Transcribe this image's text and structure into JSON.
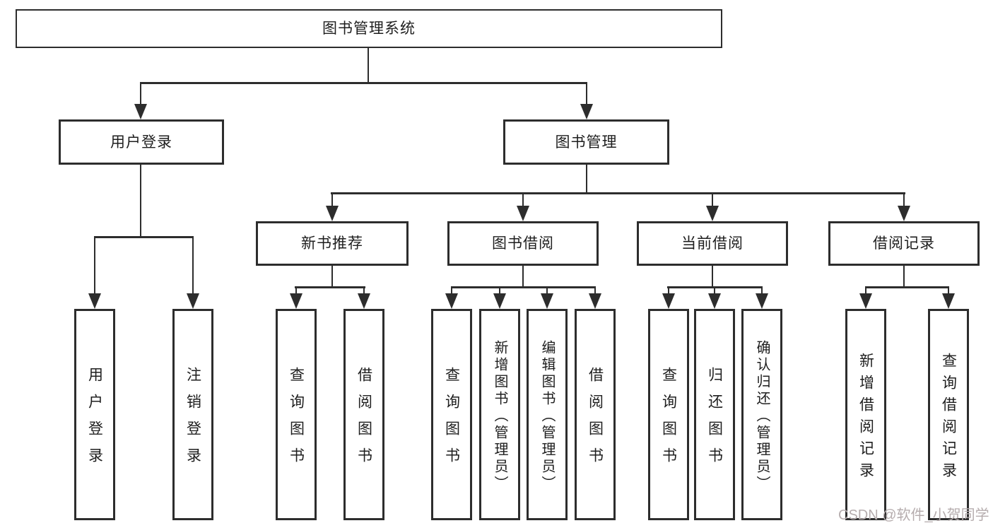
{
  "tree": {
    "label": "图书管理系统",
    "children": [
      {
        "label": "用户登录",
        "children": [
          {
            "label": "用户登录"
          },
          {
            "label": "注销登录"
          }
        ]
      },
      {
        "label": "图书管理",
        "children": [
          {
            "label": "新书推荐",
            "children": [
              {
                "label": "查询图书"
              },
              {
                "label": "借阅图书"
              }
            ]
          },
          {
            "label": "图书借阅",
            "children": [
              {
                "label": "查询图书"
              },
              {
                "label": "新增图书（管理员）"
              },
              {
                "label": "编辑图书（管理员）"
              },
              {
                "label": "借阅图书"
              }
            ]
          },
          {
            "label": "当前借阅",
            "children": [
              {
                "label": "查询图书"
              },
              {
                "label": "归还图书"
              },
              {
                "label": "确认归还（管理员）"
              }
            ]
          },
          {
            "label": "借阅记录",
            "children": [
              {
                "label": "新增借阅记录"
              },
              {
                "label": "查询借阅记录"
              }
            ]
          }
        ]
      }
    ]
  },
  "watermark": "CSDN @软件_小贺同学",
  "colors": {
    "line": "#2d2d2d",
    "text": "#1e1e1e",
    "watermark": "#b6adae",
    "background": "#ffffff"
  }
}
